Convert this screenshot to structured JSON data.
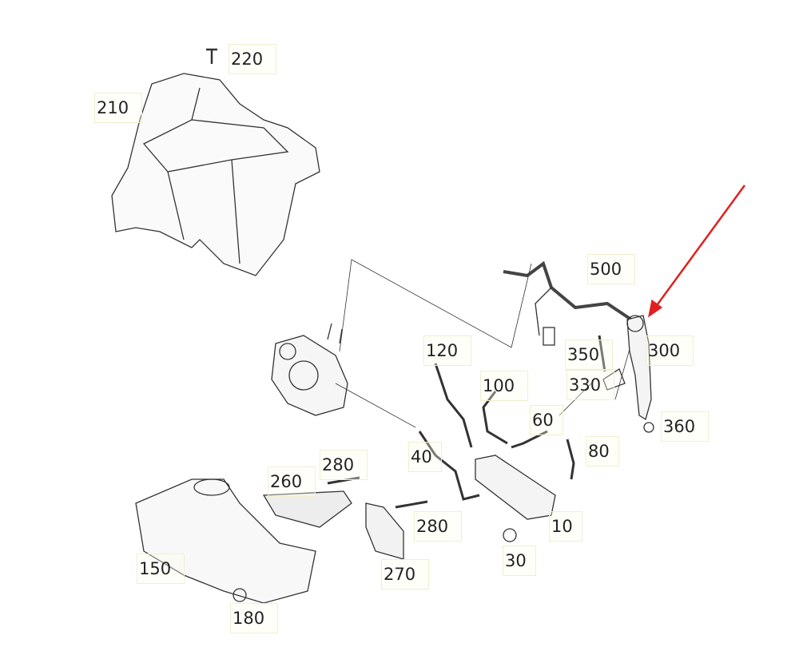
{
  "labels": {
    "p220": "220",
    "p210": "210",
    "p500": "500",
    "p300": "300",
    "p350": "350",
    "p330": "330",
    "p360": "360",
    "p120": "120",
    "p100": "100",
    "p60": "60",
    "p80": "80",
    "p40": "40",
    "p10": "10",
    "p30": "30",
    "p280a": "280",
    "p280b": "280",
    "p260": "260",
    "p270": "270",
    "p150": "150",
    "p180": "180"
  },
  "colors": {
    "arrow": "#e02020",
    "line": "#333333"
  }
}
